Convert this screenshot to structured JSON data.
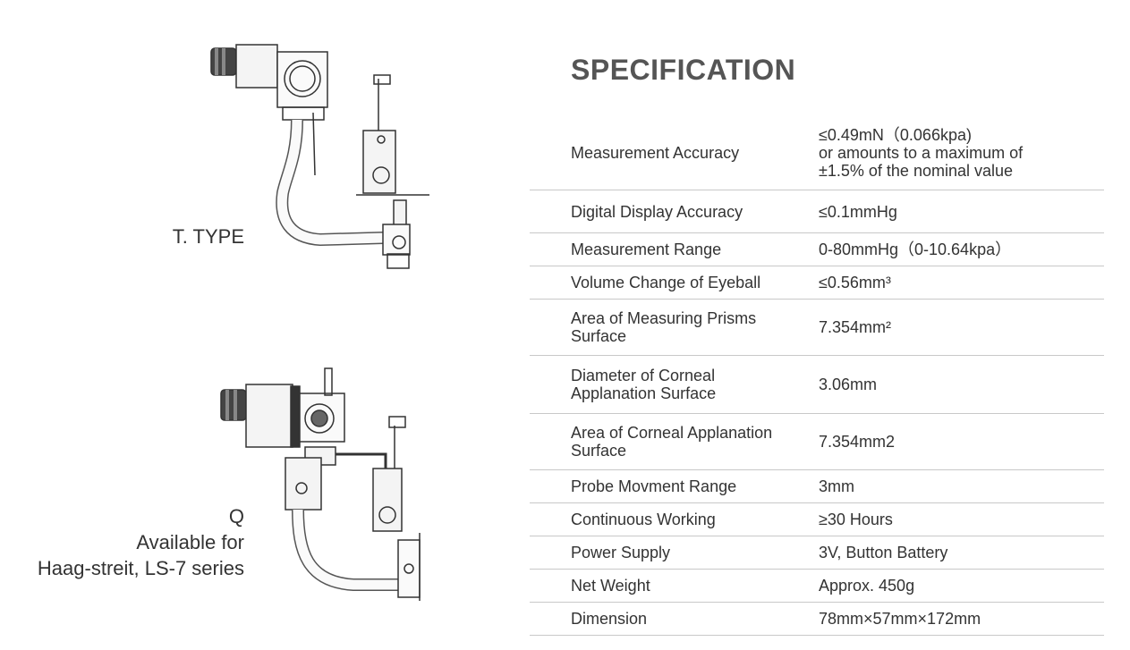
{
  "devices": {
    "t_type": {
      "label": "T. TYPE"
    },
    "q_type": {
      "label_lines": [
        "Q",
        "Available for",
        "Haag-streit, LS-7 series"
      ]
    }
  },
  "specification": {
    "title": "SPECIFICATION",
    "rows": [
      {
        "name": "Measurement Accuracy",
        "value": [
          "≤0.49mN（0.066kpa)",
          "or amounts to a maximum of",
          "±1.5% of the nominal value"
        ]
      },
      {
        "name": "Digital Display Accuracy",
        "value": [
          "≤0.1mmHg"
        ]
      },
      {
        "name": "Measurement Range",
        "value": [
          "0-80mmHg（0-10.64kpa）"
        ]
      },
      {
        "name": "Volume Change of Eyeball",
        "value": [
          "≤0.56mm³"
        ]
      },
      {
        "name": "Area of Measuring Prisms Surface",
        "value": [
          "7.354mm²"
        ]
      },
      {
        "name": "Diameter of Corneal Applanation Surface",
        "value": [
          "3.06mm"
        ]
      },
      {
        "name": "Area of Corneal Applanation Surface",
        "value": [
          "7.354mm2"
        ]
      },
      {
        "name": "Probe Movment Range",
        "value": [
          "3mm"
        ]
      },
      {
        "name": "Continuous Working",
        "value": [
          "≥30 Hours"
        ]
      },
      {
        "name": "Power Supply",
        "value": [
          "3V, Button Battery"
        ]
      },
      {
        "name": "Net Weight",
        "value": [
          "Approx. 450g"
        ]
      },
      {
        "name": "Dimension",
        "value": [
          "78mm×57mm×172mm"
        ]
      }
    ]
  }
}
